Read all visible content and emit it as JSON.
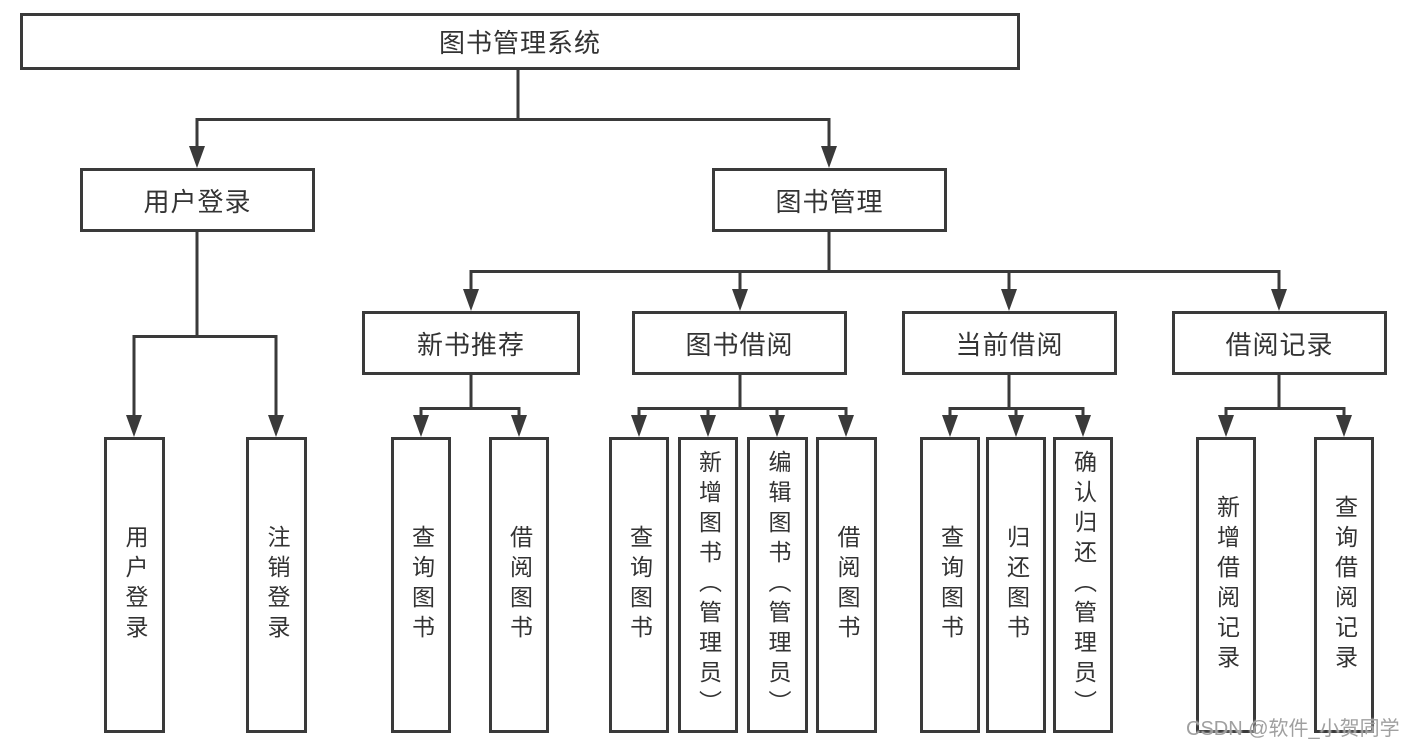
{
  "tree": {
    "root_label": "图书管理系统",
    "user_login": {
      "label": "用户登录",
      "children": {
        "login": "用户登录",
        "logout": "注销登录"
      }
    },
    "book_management": {
      "label": "图书管理",
      "sections": {
        "new_book_recommend": {
          "label": "新书推荐",
          "children": {
            "query_book": "查询图书",
            "borrow_book": "借阅图书"
          }
        },
        "book_borrowing": {
          "label": "图书借阅",
          "children": {
            "query_book": "查询图书",
            "add_book_admin": "新增图书（管理员）",
            "edit_book_admin": "编辑图书（管理员）",
            "borrow_book": "借阅图书"
          }
        },
        "current_borrowing": {
          "label": "当前借阅",
          "children": {
            "query_book": "查询图书",
            "return_book": "归还图书",
            "confirm_return_admin": "确认归还（管理员）"
          }
        },
        "borrowing_records": {
          "label": "借阅记录",
          "children": {
            "add_borrow_record": "新增借阅记录",
            "query_borrow_record": "查询借阅记录"
          }
        }
      }
    }
  },
  "watermark": {
    "text": "CSDN @软件_小贺同学"
  },
  "colors": {
    "line": "#3a3a3a",
    "text": "#333333",
    "watermark": "#a0a0a0",
    "background": "#ffffff"
  }
}
